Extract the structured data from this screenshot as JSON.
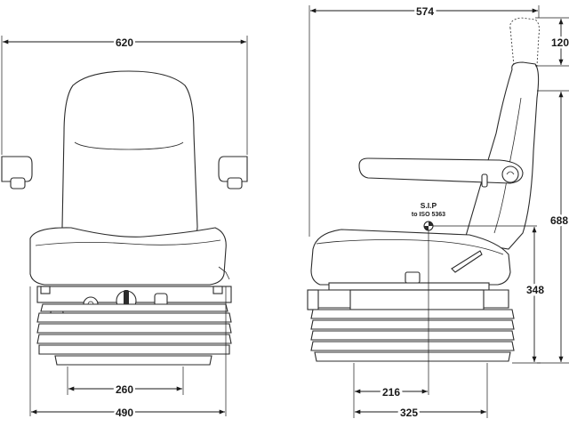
{
  "dimensions": {
    "front_overall_width": "620",
    "front_upper_width": "490",
    "front_base_width": "260",
    "side_overall_depth": "574",
    "side_headrest_adjust": "120",
    "side_overall_height": "688",
    "side_sip_height": "348",
    "side_sip_to_front": "216",
    "side_base_depth": "325"
  },
  "sip_marker": {
    "line1": "S.I.P",
    "line2": "to ISO 5363"
  }
}
